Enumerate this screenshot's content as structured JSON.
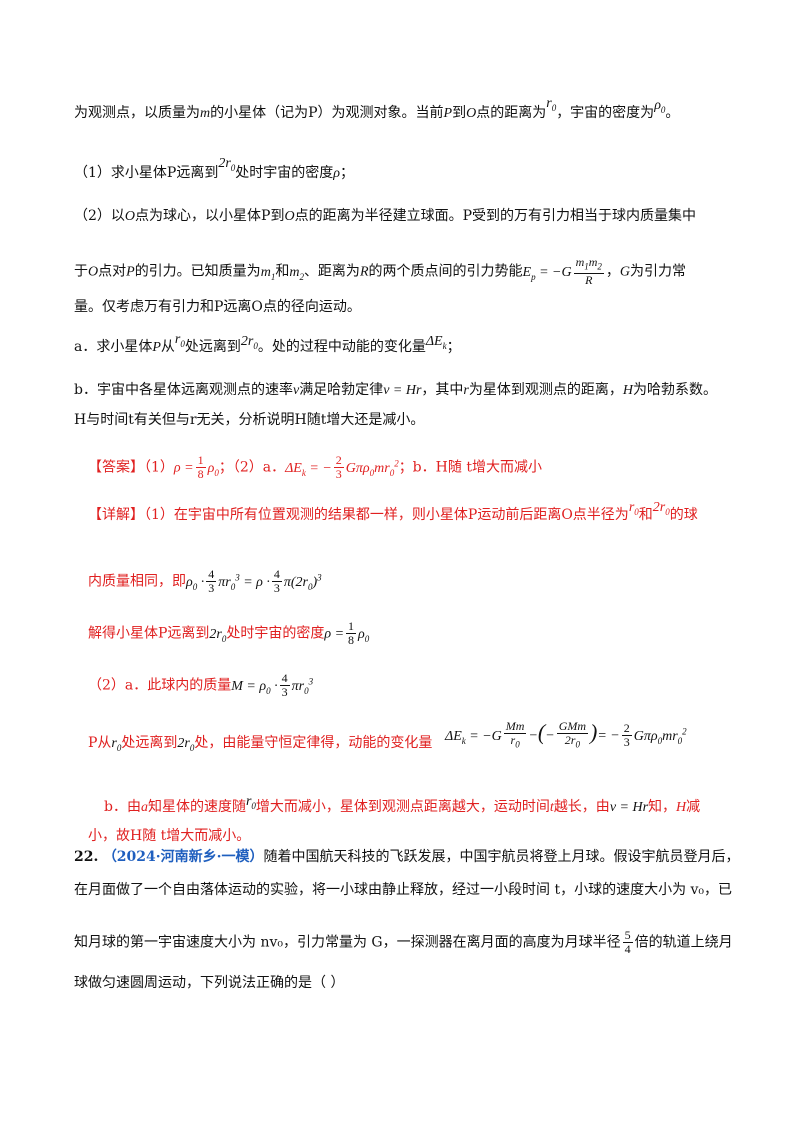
{
  "intro_line": {
    "a": "为观测点，以质量为",
    "m": "m",
    "b": "的小星体（记为P）为观测对象。当前",
    "p": "P",
    "c": "到",
    "o": "O",
    "d": "点的距离为",
    "e": "，宇宙的密度为",
    "f": "。"
  },
  "q1": {
    "a": "（1）求小星体P远离到",
    "b": "处时宇宙的密度",
    "rho": "ρ",
    "c": "；"
  },
  "q2_line1": "（2）以",
  "q2_line1_o": "O",
  "q2_line1_rest": "点为球心，以小星体P到",
  "q2_line1_rest2": "点的距离为半径建立球面。P受到的万有引力相当于球内质量集中",
  "q2_line2": {
    "a": "于",
    "o": "O",
    "b": "点对",
    "p": "P",
    "c": "的引力。已知质量为",
    "d": "和",
    "e": "、距离为",
    "r": "R",
    "f": "的两个质点间的引力势能",
    "g": "，",
    "G": "G",
    "h": "为引力常"
  },
  "q2_line3": "量。仅考虑万有引力和P远离O点的径向运动。",
  "qa": {
    "a": "a．求小星体",
    "p": "P",
    "b": "从",
    "c": "处远离到",
    "d": "。处的过程中动能的变化量",
    "e": "；"
  },
  "qb1": {
    "a": "b．宇宙中各星体远离观测点的速率",
    "v": "v",
    "b": "满足哈勃定律",
    "c": "，其中",
    "r": "r",
    "d": "为星体到观测点的距离，",
    "H": "H",
    "e": "为哈勃系数。"
  },
  "qb2": "H与时间t有关但与r无关，分析说明H随t增大还是减小。",
  "answer": {
    "tag": "【答案】",
    "a": "（1）",
    "b": "；（2）a．",
    "c": "；b．",
    "d": "H随 t增大而减小"
  },
  "detail": {
    "tag": "【详解】",
    "line1": "（1）在宇宙中所有位置观测的结果都一样，则小星体P运动前后距离O点半径为",
    "line1_and": "和",
    "line1_end": "的球",
    "line2": "内质量相同，即",
    "line3a": "解得小星体P远离到",
    "line3b": "处时宇宙的密度",
    "line4": "（2）a．此球内的质量",
    "line5a": "P从",
    "line5b": "处远离到",
    "line5c": "处，由能量守恒定律得，动能的变化量",
    "line6a": "b．由",
    "line6_a": "a",
    "line6b": "知星体的速度随",
    "line6c": "增大而减小，星体到观测点距离越大，运动时间",
    "line6t": "t",
    "line6d": "越长，由",
    "line6e": "知，",
    "line6H": "H",
    "line6f": "减",
    "line7": "小，故H随 t增大而减小。"
  },
  "q22": {
    "num": "22.",
    "source": "（2024·河南新乡·一模）",
    "line1": "随着中国航天科技的飞跃发展，中国宇航员将登上月球。假设宇航员登月后，",
    "line2": "在月面做了一个自由落体运动的实验，将一小球由静止释放，经过一小段时间 t，小球的速度大小为 v₀，已",
    "line3a": "知月球的第一宇宙速度大小为 nv₀，引力常量为 G，一探测器在离月面的高度为月球半径",
    "line3b": "倍的轨道上绕月",
    "line4": "球做匀速圆周运动，下列说法正确的是（        ）"
  }
}
